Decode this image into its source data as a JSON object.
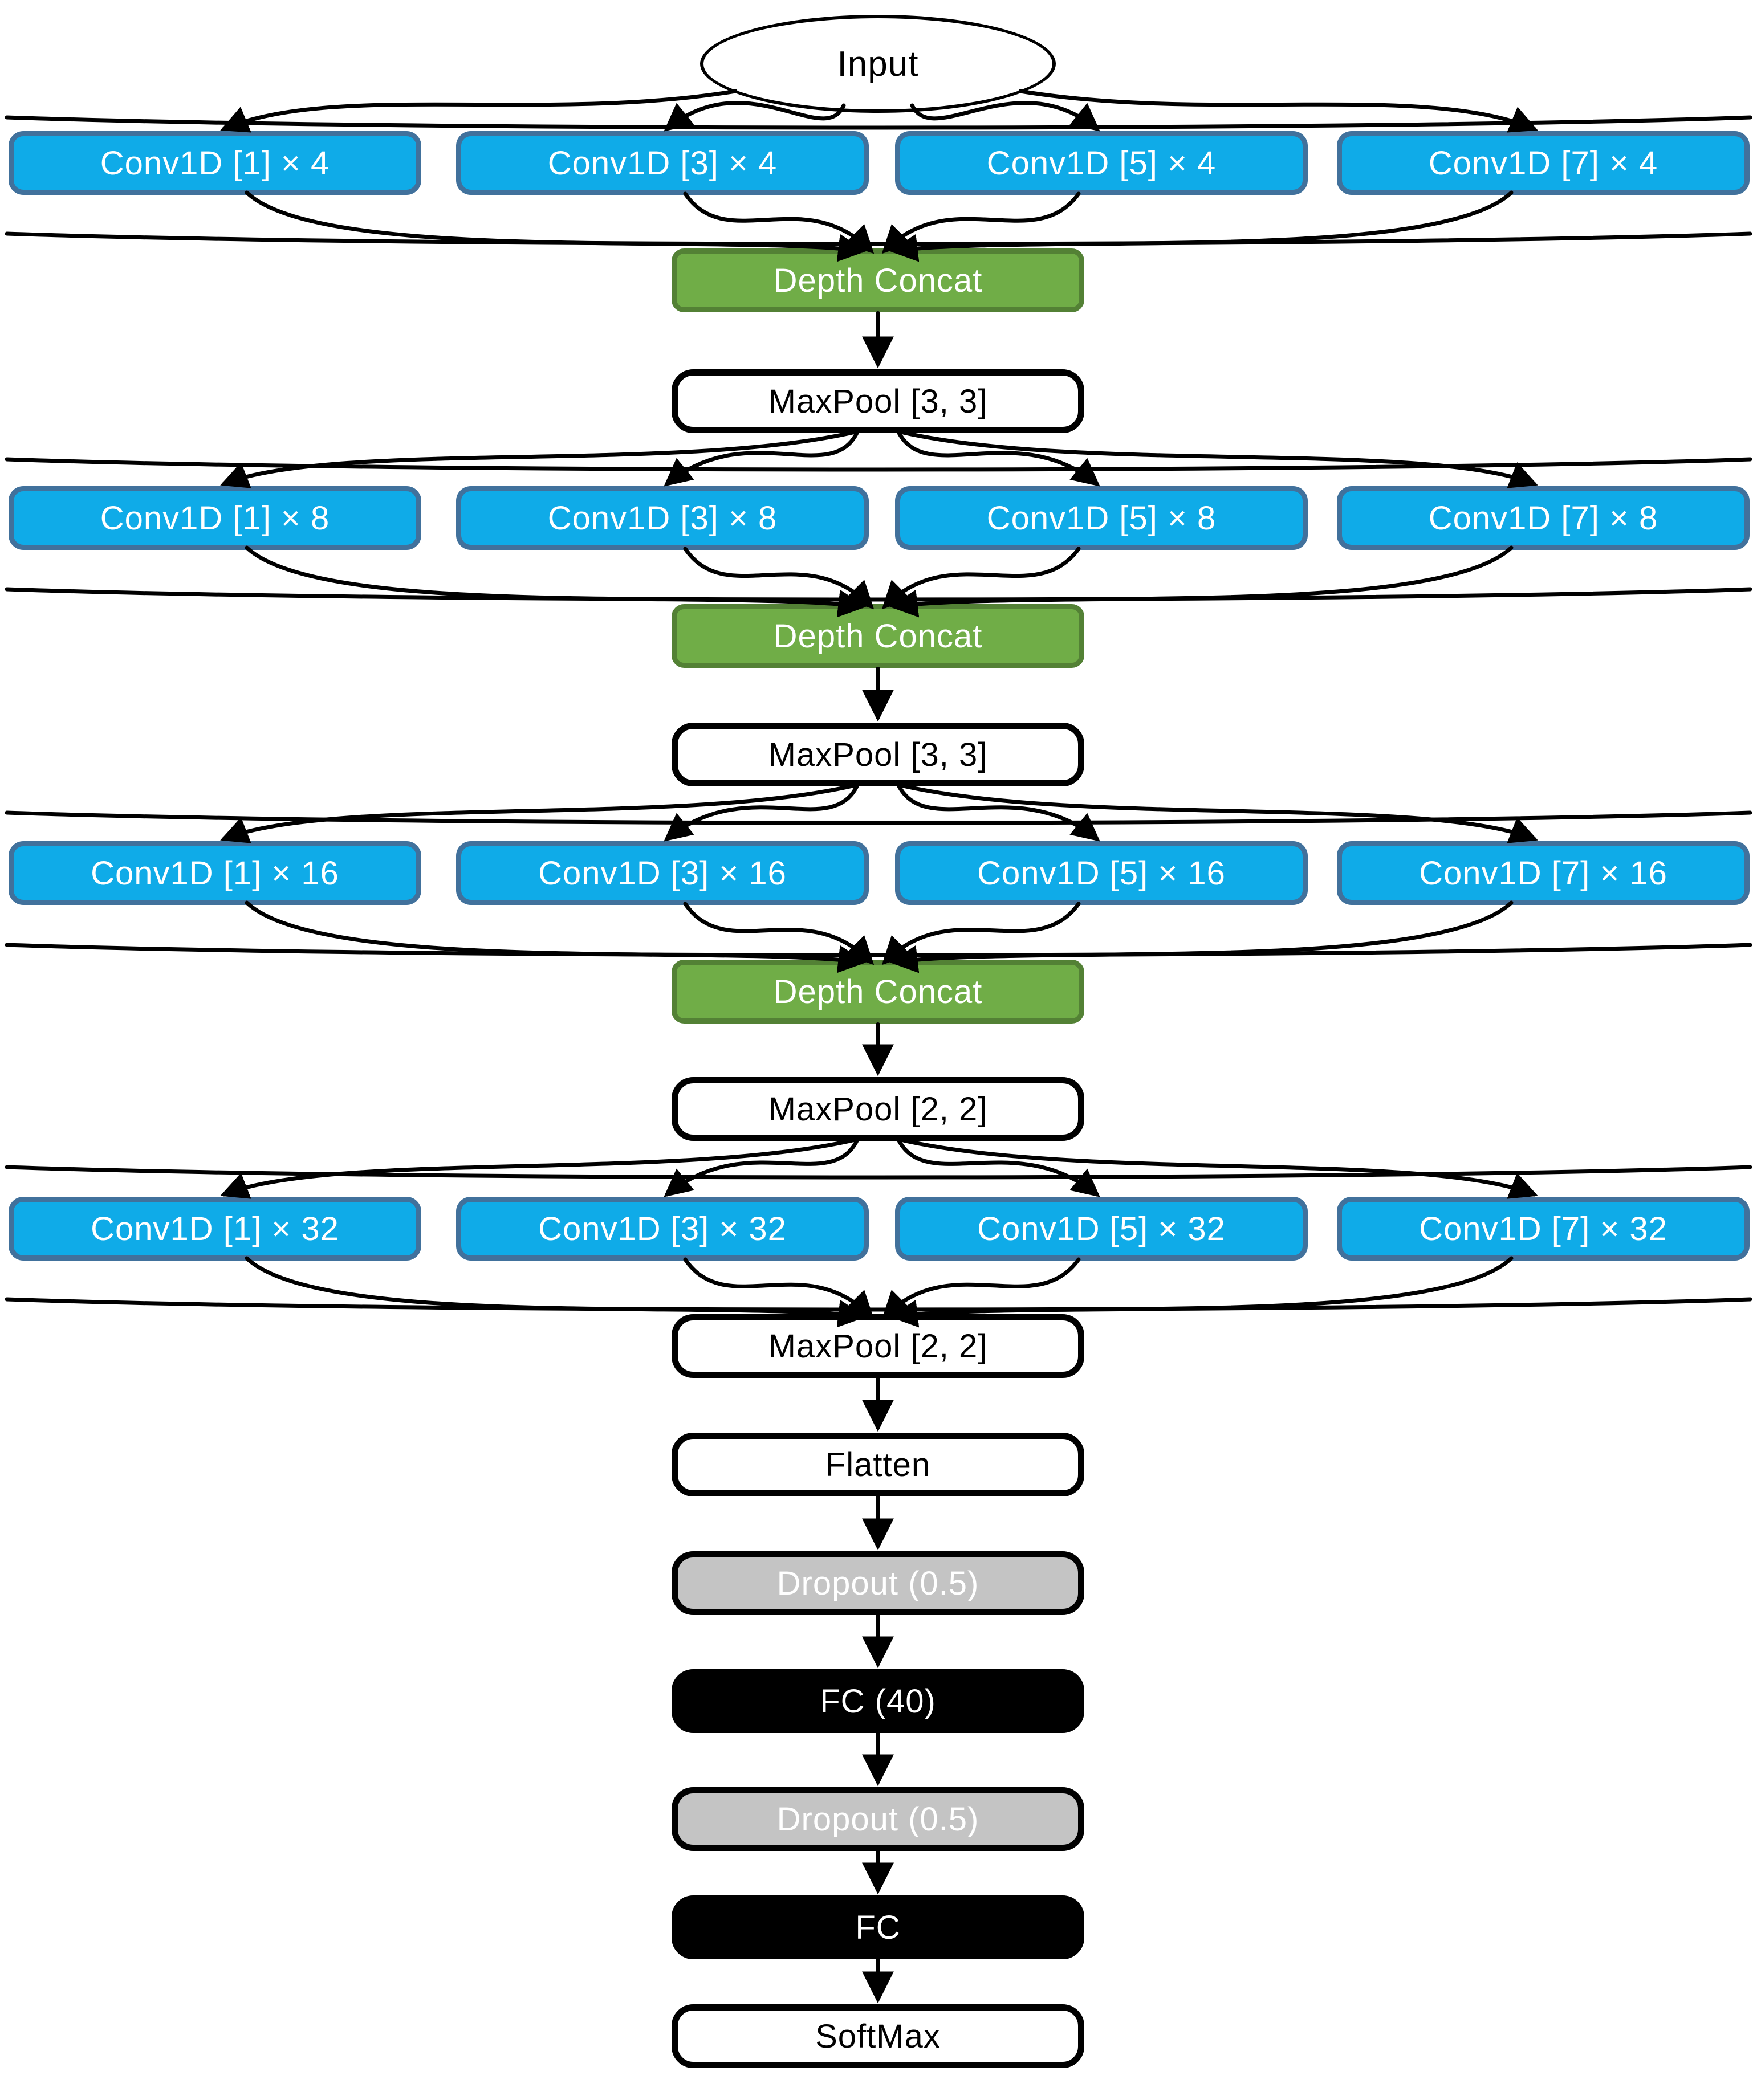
{
  "colors": {
    "conv_fill": "#0FABE8",
    "conv_border": "#41719C",
    "concat_fill": "#70AD47",
    "concat_border": "#538135",
    "dropout_fill": "#C4C4C4",
    "fc_fill": "#000000",
    "box_border": "#000000",
    "arrow": "#000000"
  },
  "diagram": {
    "nodes": [
      {
        "id": "input",
        "label": "Input",
        "type": "input"
      },
      {
        "id": "conv-l1-k1",
        "label": "Conv1D [1] × 4",
        "type": "conv",
        "band": "r1",
        "col": 0
      },
      {
        "id": "conv-l1-k3",
        "label": "Conv1D [3] × 4",
        "type": "conv",
        "band": "r1",
        "col": 1
      },
      {
        "id": "conv-l1-k5",
        "label": "Conv1D [5] × 4",
        "type": "conv",
        "band": "r1",
        "col": 2
      },
      {
        "id": "conv-l1-k7",
        "label": "Conv1D [7] × 4",
        "type": "conv",
        "band": "r1",
        "col": 3
      },
      {
        "id": "depth-concat-1",
        "label": "Depth Concat",
        "type": "concat",
        "band": "dc1"
      },
      {
        "id": "maxpool-1",
        "label": "MaxPool [3, 3]",
        "type": "pool",
        "band": "mp1"
      },
      {
        "id": "conv-l2-k1",
        "label": "Conv1D [1] × 8",
        "type": "conv",
        "band": "r2",
        "col": 0
      },
      {
        "id": "conv-l2-k3",
        "label": "Conv1D [3] × 8",
        "type": "conv",
        "band": "r2",
        "col": 1
      },
      {
        "id": "conv-l2-k5",
        "label": "Conv1D [5] × 8",
        "type": "conv",
        "band": "r2",
        "col": 2
      },
      {
        "id": "conv-l2-k7",
        "label": "Conv1D [7] × 8",
        "type": "conv",
        "band": "r2",
        "col": 3
      },
      {
        "id": "depth-concat-2",
        "label": "Depth Concat",
        "type": "concat",
        "band": "dc2"
      },
      {
        "id": "maxpool-2",
        "label": "MaxPool [3, 3]",
        "type": "pool",
        "band": "mp2"
      },
      {
        "id": "conv-l3-k1",
        "label": "Conv1D [1] × 16",
        "type": "conv",
        "band": "r3",
        "col": 0
      },
      {
        "id": "conv-l3-k3",
        "label": "Conv1D [3] × 16",
        "type": "conv",
        "band": "r3",
        "col": 1
      },
      {
        "id": "conv-l3-k5",
        "label": "Conv1D [5] × 16",
        "type": "conv",
        "band": "r3",
        "col": 2
      },
      {
        "id": "conv-l3-k7",
        "label": "Conv1D [7] × 16",
        "type": "conv",
        "band": "r3",
        "col": 3
      },
      {
        "id": "depth-concat-3",
        "label": "Depth Concat",
        "type": "concat",
        "band": "dc3"
      },
      {
        "id": "maxpool-3",
        "label": "MaxPool [2, 2]",
        "type": "pool",
        "band": "mp3"
      },
      {
        "id": "conv-l4-k1",
        "label": "Conv1D [1] × 32",
        "type": "conv",
        "band": "r4",
        "col": 0
      },
      {
        "id": "conv-l4-k3",
        "label": "Conv1D [3] × 32",
        "type": "conv",
        "band": "r4",
        "col": 1
      },
      {
        "id": "conv-l4-k5",
        "label": "Conv1D [5] × 32",
        "type": "conv",
        "band": "r4",
        "col": 2
      },
      {
        "id": "conv-l4-k7",
        "label": "Conv1D [7] × 32",
        "type": "conv",
        "band": "r4",
        "col": 3
      },
      {
        "id": "maxpool-4",
        "label": "MaxPool [2, 2]",
        "type": "pool",
        "band": "mp4"
      },
      {
        "id": "flatten",
        "label": "Flatten",
        "type": "plain",
        "band": "flat"
      },
      {
        "id": "dropout-1",
        "label": "Dropout (0.5)",
        "type": "dropout",
        "band": "do1"
      },
      {
        "id": "fc-40",
        "label": "FC (40)",
        "type": "fc",
        "band": "fc40"
      },
      {
        "id": "dropout-2",
        "label": "Dropout (0.5)",
        "type": "dropout",
        "band": "do2"
      },
      {
        "id": "fc",
        "label": "FC",
        "type": "fc",
        "band": "fc"
      },
      {
        "id": "softmax",
        "label": "SoftMax",
        "type": "plain",
        "band": "sm"
      }
    ],
    "edges": [
      {
        "from": "input",
        "to": "conv-l1-k1"
      },
      {
        "from": "input",
        "to": "conv-l1-k3"
      },
      {
        "from": "input",
        "to": "conv-l1-k5"
      },
      {
        "from": "input",
        "to": "conv-l1-k7"
      },
      {
        "from": "conv-l1-k1",
        "to": "depth-concat-1"
      },
      {
        "from": "conv-l1-k3",
        "to": "depth-concat-1"
      },
      {
        "from": "conv-l1-k5",
        "to": "depth-concat-1"
      },
      {
        "from": "conv-l1-k7",
        "to": "depth-concat-1"
      },
      {
        "from": "depth-concat-1",
        "to": "maxpool-1"
      },
      {
        "from": "maxpool-1",
        "to": "conv-l2-k1"
      },
      {
        "from": "maxpool-1",
        "to": "conv-l2-k3"
      },
      {
        "from": "maxpool-1",
        "to": "conv-l2-k5"
      },
      {
        "from": "maxpool-1",
        "to": "conv-l2-k7"
      },
      {
        "from": "conv-l2-k1",
        "to": "depth-concat-2"
      },
      {
        "from": "conv-l2-k3",
        "to": "depth-concat-2"
      },
      {
        "from": "conv-l2-k5",
        "to": "depth-concat-2"
      },
      {
        "from": "conv-l2-k7",
        "to": "depth-concat-2"
      },
      {
        "from": "depth-concat-2",
        "to": "maxpool-2"
      },
      {
        "from": "maxpool-2",
        "to": "conv-l3-k1"
      },
      {
        "from": "maxpool-2",
        "to": "conv-l3-k3"
      },
      {
        "from": "maxpool-2",
        "to": "conv-l3-k5"
      },
      {
        "from": "maxpool-2",
        "to": "conv-l3-k7"
      },
      {
        "from": "conv-l3-k1",
        "to": "depth-concat-3"
      },
      {
        "from": "conv-l3-k3",
        "to": "depth-concat-3"
      },
      {
        "from": "conv-l3-k5",
        "to": "depth-concat-3"
      },
      {
        "from": "conv-l3-k7",
        "to": "depth-concat-3"
      },
      {
        "from": "depth-concat-3",
        "to": "maxpool-3"
      },
      {
        "from": "maxpool-3",
        "to": "conv-l4-k1"
      },
      {
        "from": "maxpool-3",
        "to": "conv-l4-k3"
      },
      {
        "from": "maxpool-3",
        "to": "conv-l4-k5"
      },
      {
        "from": "maxpool-3",
        "to": "conv-l4-k7"
      },
      {
        "from": "conv-l4-k1",
        "to": "maxpool-4"
      },
      {
        "from": "conv-l4-k3",
        "to": "maxpool-4"
      },
      {
        "from": "conv-l4-k5",
        "to": "maxpool-4"
      },
      {
        "from": "conv-l4-k7",
        "to": "maxpool-4"
      },
      {
        "from": "maxpool-4",
        "to": "flatten"
      },
      {
        "from": "flatten",
        "to": "dropout-1"
      },
      {
        "from": "dropout-1",
        "to": "fc-40"
      },
      {
        "from": "fc-40",
        "to": "dropout-2"
      },
      {
        "from": "dropout-2",
        "to": "fc"
      },
      {
        "from": "fc",
        "to": "softmax"
      }
    ]
  }
}
